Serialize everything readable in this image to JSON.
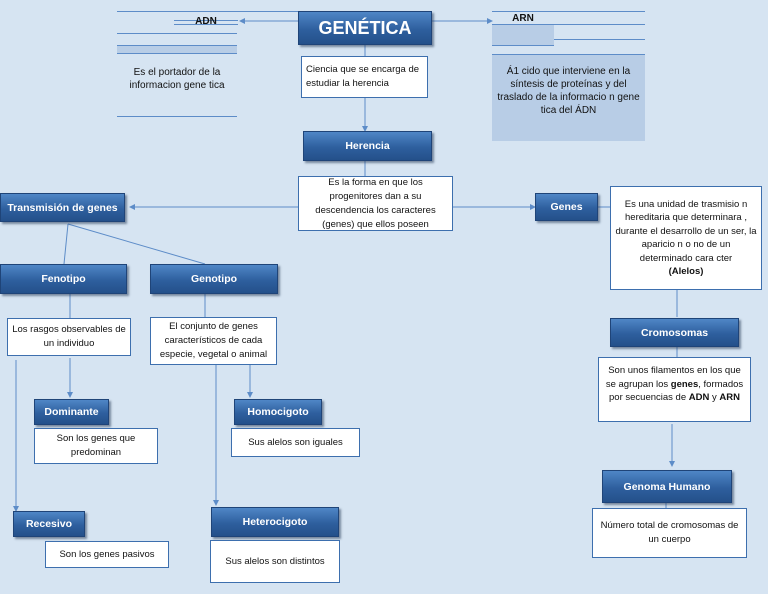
{
  "title": "GENÉTICA",
  "adn": {
    "label": "ADN",
    "desc": "Es el portador de la informacion gene tica"
  },
  "arn": {
    "label": "ARN",
    "desc": "Á1 cido que interviene en la  síntesis de proteínas y del traslado de la informacio n gene tica del ÁDN"
  },
  "definicion": "Ciencia que se encarga de estudiar la herencia",
  "herencia": {
    "label": "Herencia",
    "desc": "Es la forma en que los progenitores dan a su descendencia los caracteres (genes) que ellos poseen"
  },
  "transmision": {
    "label": "Transmisión de genes"
  },
  "fenotipo": {
    "label": "Fenotipo",
    "desc": "Los rasgos observables de un individuo"
  },
  "genotipo": {
    "label": "Genotipo",
    "desc": "El conjunto de genes característicos de cada especie, vegetal o animal"
  },
  "dominante": {
    "label": "Dominante",
    "desc": "Son los genes que predominan"
  },
  "recesivo": {
    "label": "Recesivo",
    "desc": "Son los genes pasivos"
  },
  "homocigoto": {
    "label": "Homocigoto",
    "desc": "Sus alelos son iguales"
  },
  "heterocigoto": {
    "label": "Heterocigoto",
    "desc": "Sus alelos son distintos"
  },
  "genes": {
    "label": "Genes",
    "desc": "Es una unidad de trasmisio n hereditaria que determinara ,  durante el desarrollo de un  ser, la aparicio n o no de un determinado cara cter",
    "desc_bold": "(Alelos)"
  },
  "cromosomas": {
    "label": "Cromosomas",
    "desc_pre": "Son unos filamentos en los que se agrupan los ",
    "desc_b1": "genes",
    "desc_mid": ", formados por secuencias de ",
    "desc_b2": "ADN",
    "desc_y": " y ",
    "desc_b3": "ARN"
  },
  "genoma": {
    "label": "Genoma Humano",
    "desc": "Número total de cromosomas de un cuerpo"
  },
  "colors": {
    "header_top": "#4f86c6",
    "header_bottom": "#24508a",
    "background": "#d6e4f2",
    "connector": "#5d8cc8"
  }
}
